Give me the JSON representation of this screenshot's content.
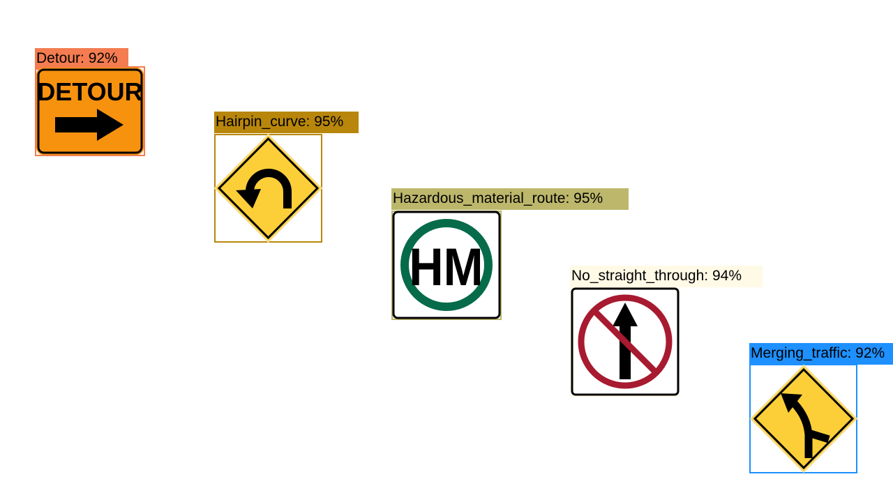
{
  "detections": [
    {
      "label": "Detour: 92%",
      "class": "Detour",
      "confidence": 0.92,
      "color": "#f47c50",
      "sign_text": "DETOUR"
    },
    {
      "label": "Hairpin_curve: 95%",
      "class": "Hairpin_curve",
      "confidence": 0.95,
      "color": "#b8860b"
    },
    {
      "label": "Hazardous_material_route: 95%",
      "class": "Hazardous_material_route",
      "confidence": 0.95,
      "color": "#bdb76b",
      "sign_text": "HM"
    },
    {
      "label": "No_straight_through: 94%",
      "class": "No_straight_through",
      "confidence": 0.94,
      "color": "#fffae6"
    },
    {
      "label": "Merging_traffic: 92%",
      "class": "Merging_traffic",
      "confidence": 0.92,
      "color": "#1e90ff"
    }
  ],
  "colors": {
    "sign_yellow": "#fccf38",
    "sign_orange": "#f7920f",
    "hm_green": "#066b4a",
    "no_red": "#a71a30"
  }
}
